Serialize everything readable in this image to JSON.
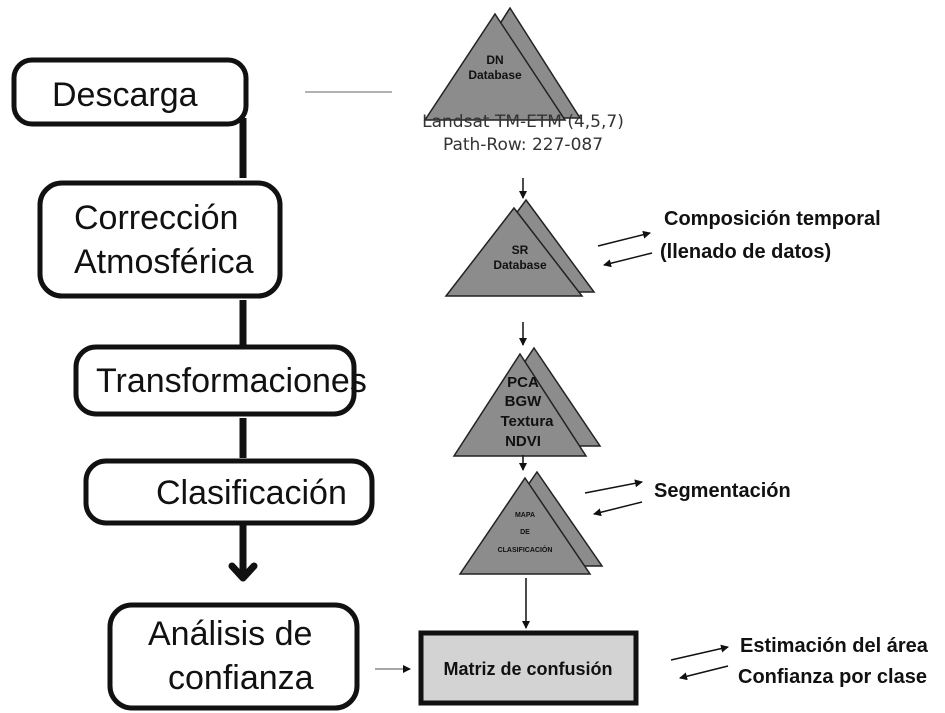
{
  "steps": {
    "descarga": "Descarga",
    "correccion_1": "Corrección",
    "correccion_2": "Atmosférica",
    "transformaciones": "Transformaciones",
    "clasificacion": "Clasificación",
    "analisis_1": "Análisis de",
    "analisis_2": "confianza"
  },
  "databases": {
    "dn_1": "DN",
    "dn_2": "Database",
    "dn_sub_1": "Landsat TM-ETM (4,5,7)",
    "dn_sub_2": "Path-Row: 227-087",
    "sr_1": "SR",
    "sr_2": "Database",
    "pca_1": "PCA",
    "pca_2": "BGW",
    "pca_3": "Textura",
    "pca_4": "NDVI",
    "mapa_1": "MAPA",
    "mapa_2": "DE",
    "mapa_3": "CLASIFICACIÓN"
  },
  "side": {
    "composicion_1": "Composición temporal",
    "composicion_2": "(llenado de datos)",
    "segmentacion": "Segmentación",
    "estimacion": "Estimación del área",
    "confianza": "Confianza por clase"
  },
  "matriz": "Matriz de confusión",
  "colors": {
    "triangle_fill": "#8c8c8c",
    "matriz_fill": "#d3d3d3",
    "stroke": "#111111"
  }
}
